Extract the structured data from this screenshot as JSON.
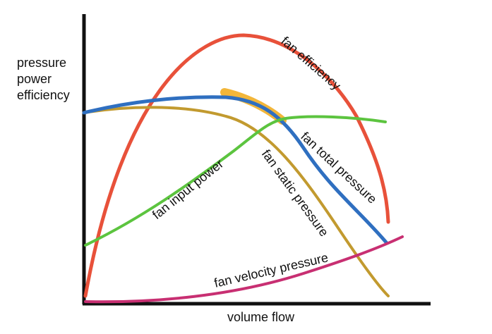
{
  "chart_data": {
    "type": "line",
    "title": "",
    "xlabel": "volume flow",
    "ylabel_lines": [
      "pressure",
      "power",
      "efficiency"
    ],
    "series": [
      {
        "name": "fan efficiency",
        "color": "#e8513a"
      },
      {
        "name": "fan total pressure",
        "color": "#2f6fc0"
      },
      {
        "name": "fan static pressure",
        "color": "#c29a2f"
      },
      {
        "name": "fan input power",
        "color": "#5cc43f"
      },
      {
        "name": "fan velocity pressure",
        "color": "#c82f72"
      }
    ],
    "highlight": {
      "color": "#f2b63a",
      "description": ""
    }
  }
}
